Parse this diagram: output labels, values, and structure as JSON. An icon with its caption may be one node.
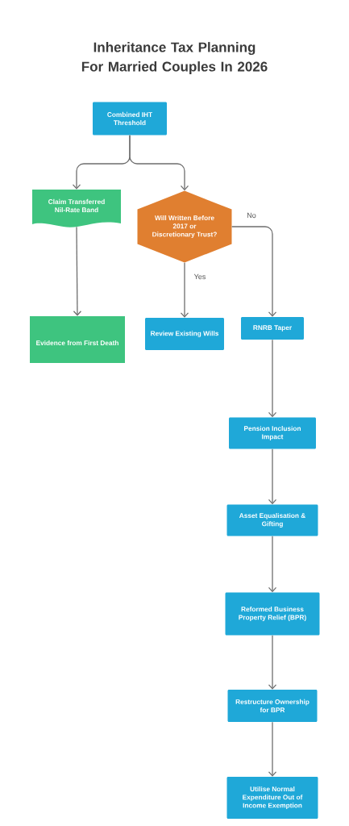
{
  "diagram": {
    "title": "Inheritance Tax Planning For Married Couples In 2026",
    "nodes": [
      {
        "text": [
          "Combined IHT Threshold"
        ]
      },
      {
        "text": [
          "Claim Transferred Nil-Rate Band"
        ]
      },
      {
        "text": [
          "Will Written Before 2017 or Discretionary Trust?"
        ]
      },
      {
        "text": [
          "Evidence from First Death"
        ]
      },
      {
        "text": [
          "Review Existing Wills"
        ]
      },
      {
        "text": [
          "RNRB Taper"
        ]
      },
      {
        "text": [
          "Pension Inclusion Impact"
        ]
      },
      {
        "text": [
          "Asset Equalisation & Gifting"
        ]
      },
      {
        "text": [
          "Reformed Business Property Relief (BPR)"
        ]
      },
      {
        "text": [
          "Restructure Ownership for BPR"
        ]
      },
      {
        "text": [
          "Utilise Normal Expenditure Out of Income Exemption"
        ]
      }
    ],
    "edges": [
      {
        "from": 0,
        "to": 1,
        "arrow": "to"
      },
      {
        "from": 0,
        "to": 2,
        "arrow": "to"
      },
      {
        "from": 1,
        "to": 3,
        "arrow": "to"
      },
      {
        "from": 2,
        "to": 4,
        "label": "Yes",
        "arrow": "to"
      },
      {
        "from": 2,
        "to": 5,
        "label": "No",
        "arrow": "to"
      },
      {
        "from": 5,
        "to": 6,
        "arrow": "to"
      },
      {
        "from": 6,
        "to": 7,
        "arrow": "to"
      },
      {
        "from": 7,
        "to": 8,
        "arrow": "to"
      },
      {
        "from": 8,
        "to": 9,
        "arrow": "to"
      },
      {
        "from": 9,
        "to": 10,
        "arrow": "to"
      }
    ]
  }
}
